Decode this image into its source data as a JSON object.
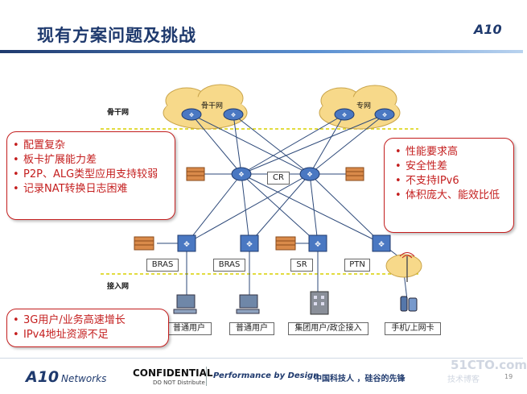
{
  "slide": {
    "title": "现有方案问题及挑战",
    "logo": "A10"
  },
  "network": {
    "backbone_label": "骨干网",
    "access_label": "接入网",
    "cloud_backbone": "骨干网",
    "cloud_private": "专网",
    "cr": "CR",
    "nodes": [
      "BRAS",
      "BRAS",
      "SR",
      "PTN"
    ],
    "users": [
      "普通用户",
      "普通用户",
      "集团用户/政企接入",
      "手机/上网卡"
    ]
  },
  "callouts": {
    "left_top": [
      "配置复杂",
      "板卡扩展能力差",
      "P2P、ALG类型应用支持较弱",
      "记录NAT转换日志困难"
    ],
    "right": [
      "性能要求高",
      "安全性差",
      "不支持IPv6",
      "体积庞大、能效比低"
    ],
    "left_bottom": [
      "3G用户/业务高速增长",
      "IPv4地址资源不足"
    ]
  },
  "footer": {
    "brand": "A10",
    "brand_suffix": "Networks",
    "confidential": "CONFIDENTIAL",
    "distribute": "DO NOT Distribute",
    "tagline": "Performance by Design",
    "slogan": "中国科技人 ，硅谷的先锋",
    "page": "19"
  },
  "watermark": {
    "site": "51CTO.com",
    "sub": "技术博客"
  },
  "colors": {
    "title": "#1f3a6e",
    "callout": "#c41e1e",
    "device": "#4a78c2",
    "firewall": "#c9702e",
    "dashed": "#d8d000"
  }
}
